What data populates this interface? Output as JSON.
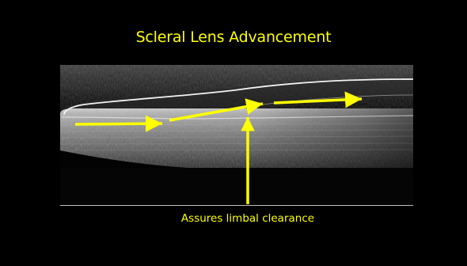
{
  "slide": {
    "title": "Scleral Lens Advancement",
    "caption": "Assures limbal clearance"
  },
  "image": {
    "description_icon": "oct-scan-image"
  },
  "colors": {
    "background": "#000000",
    "accent": "#FFFF00",
    "frame": "#BDBDBD"
  }
}
